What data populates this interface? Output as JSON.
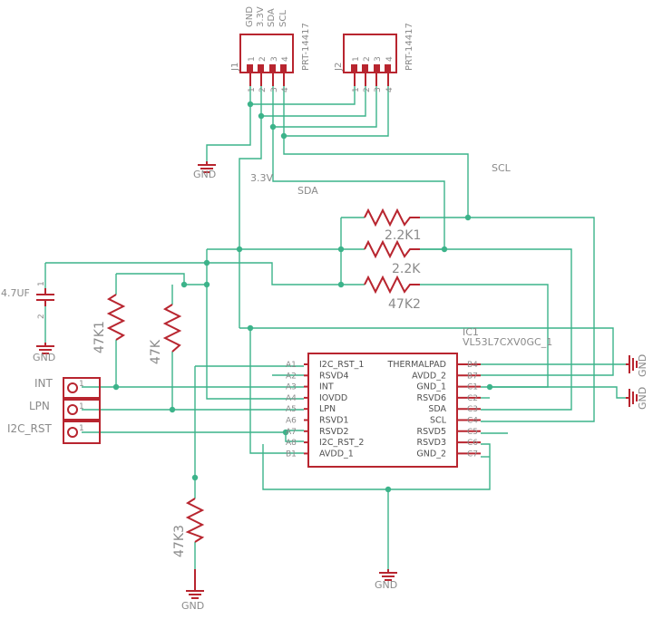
{
  "connectors": {
    "j1": {
      "name": "J1",
      "part": "PRT-14417",
      "pins": [
        "1",
        "2",
        "3",
        "4"
      ],
      "signals": [
        "GND",
        "3.3V",
        "SDA",
        "SCL"
      ]
    },
    "j2": {
      "name": "J2",
      "part": "PRT-14417",
      "pins": [
        "1",
        "2",
        "3",
        "4"
      ]
    }
  },
  "nets": {
    "gnd": "GND",
    "v33": "3.3V",
    "sda": "SDA",
    "scl": "SCL"
  },
  "resistors": {
    "r1": "2.2K1",
    "r2": "2.2K",
    "r3": "47K2",
    "r4": "47K1",
    "r5": "47K",
    "r6": "47K3"
  },
  "capacitor": {
    "value": "4.7UF",
    "pins": [
      "1",
      "2"
    ]
  },
  "headers": [
    {
      "label": "INT",
      "pin": "1"
    },
    {
      "label": "LPN",
      "pin": "1"
    },
    {
      "label": "I2C_RST",
      "pin": "1"
    }
  ],
  "ic": {
    "name": "IC1",
    "part": "VL53L7CXV0GC_1",
    "left_pins": [
      {
        "num": "A1",
        "name": "I2C_RST_1"
      },
      {
        "num": "A2",
        "name": "RSVD4"
      },
      {
        "num": "A3",
        "name": "INT"
      },
      {
        "num": "A4",
        "name": "IOVDD"
      },
      {
        "num": "A5",
        "name": "LPN"
      },
      {
        "num": "A6",
        "name": "RSVD1"
      },
      {
        "num": "A7",
        "name": "RSVD2"
      },
      {
        "num": "A8",
        "name": "I2C_RST_2"
      },
      {
        "num": "B1",
        "name": "AVDD_1"
      }
    ],
    "right_pins": [
      {
        "num": "B4",
        "name": "THERMALPAD"
      },
      {
        "num": "B7",
        "name": "AVDD_2"
      },
      {
        "num": "C1",
        "name": "GND_1"
      },
      {
        "num": "C2",
        "name": "RSVD6"
      },
      {
        "num": "C3",
        "name": "SDA"
      },
      {
        "num": "C4",
        "name": "SCL"
      },
      {
        "num": "C5",
        "name": "RSVD5"
      },
      {
        "num": "C6",
        "name": "RSVD3"
      },
      {
        "num": "C7",
        "name": "GND_2"
      }
    ]
  },
  "colors": {
    "wire": "#3cb38a",
    "part": "#b8252f",
    "label": "#8a8a8a"
  }
}
